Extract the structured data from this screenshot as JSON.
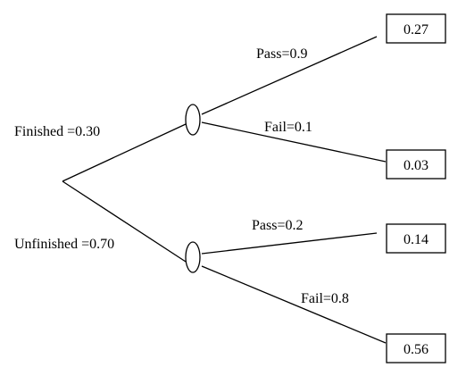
{
  "tree": {
    "root_branches": [
      {
        "label": "Finished =0.30"
      },
      {
        "label": "Unfinished =0.70"
      }
    ],
    "sub_branches": [
      {
        "label": "Pass=0.9",
        "outcome": "0.27"
      },
      {
        "label": "Fail=0.1",
        "outcome": "0.03"
      },
      {
        "label": "Pass=0.2",
        "outcome": "0.14"
      },
      {
        "label": "Fail=0.8",
        "outcome": "0.56"
      }
    ]
  }
}
